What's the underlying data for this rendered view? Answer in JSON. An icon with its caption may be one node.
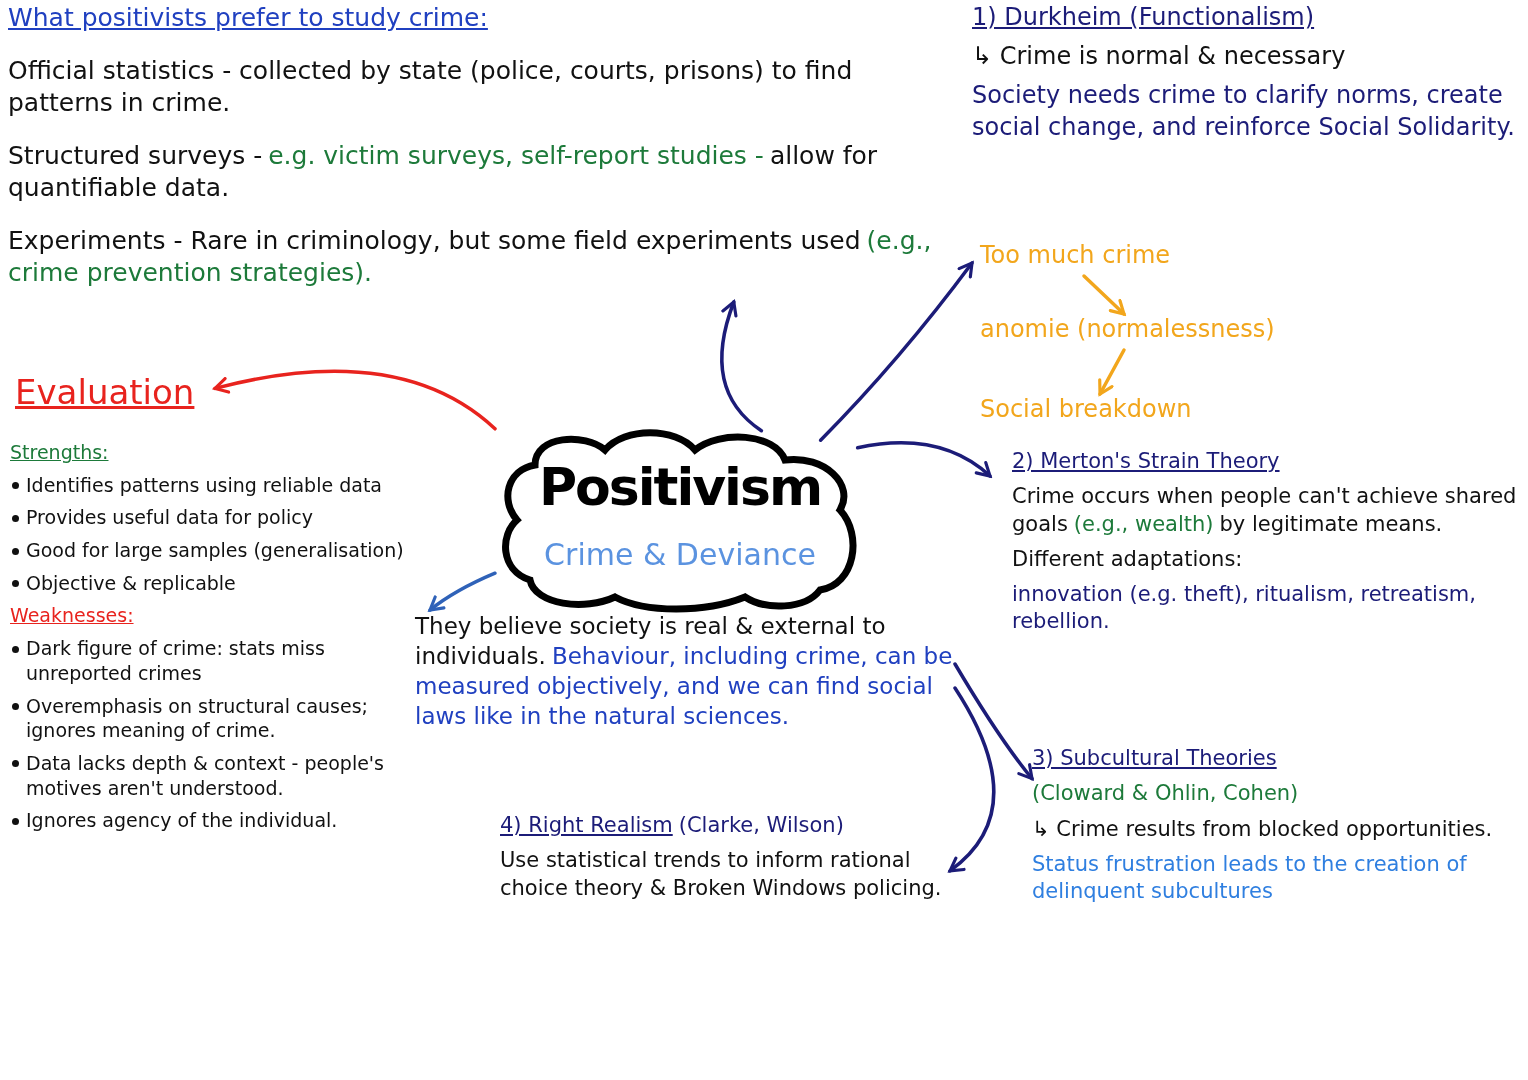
{
  "diagram": {
    "nodes": [
      {
        "text": [
          "Positivism",
          "Crime & Deviance"
        ]
      },
      {
        "text": [
          "What positivists prefer to study crime:",
          "Official statistics - collected by state (police, courts, prisons) to find patterns in crime.",
          "Structured surveys -",
          "e.g. victim surveys, self-report studies -",
          "allow for quantifiable data.",
          "Experiments - Rare in criminology, but some field experiments used",
          "(e.g., crime prevention strategies)."
        ]
      },
      {
        "text": [
          "1) Durkheim (Functionalism)",
          "↳ Crime is normal & necessary",
          "Society needs crime to clarify norms, create social change, and reinforce Social Solidarity."
        ]
      },
      {
        "text": [
          "Too much crime"
        ],
        "in": 2
      },
      {
        "text": [
          "anomie (normalessness)"
        ],
        "in": 2
      },
      {
        "text": [
          "Social breakdown"
        ],
        "in": 2
      },
      {
        "text": [
          "2) Merton's Strain Theory",
          "Crime occurs when people can't achieve shared goals",
          "(e.g., wealth)",
          "by legitimate means.",
          "Different adaptations:",
          "innovation (e.g. theft), ritualism, retreatism, rebellion."
        ]
      },
      {
        "text": [
          "3) Subcultural Theories",
          "(Cloward & Ohlin, Cohen)",
          "↳ Crime results from blocked opportunities.",
          "Status frustration leads to the creation of delinquent subcultures"
        ]
      },
      {
        "text": [
          "Evaluation"
        ]
      },
      {
        "text": [
          "Strengths:",
          "Identifies patterns using reliable data",
          "Provides useful data for policy",
          "Good for large samples (generalisation)",
          "Objective & replicable",
          "Weaknesses:",
          "Dark figure of crime: stats miss unreported crimes",
          "Overemphasis on structural causes; ignores meaning of crime.",
          "Data lacks depth & context - people's motives aren't understood.",
          "Ignores agency of the individual."
        ]
      },
      {
        "text": [
          "They believe society is real & external to individuals.",
          "Behaviour, including crime, can be measured objectively, and we can find social laws like in the natural sciences."
        ]
      },
      {
        "text": [
          "4) Right Realism",
          "(Clarke, Wilson)",
          "Use statistical trends to inform rational choice theory & Broken Windows policing."
        ]
      }
    ],
    "edges": [
      {
        "from": 0,
        "to": 1,
        "arrow": "to"
      },
      {
        "from": 0,
        "to": 2,
        "arrow": "to"
      },
      {
        "from": 0,
        "to": 6,
        "arrow": "to"
      },
      {
        "from": 0,
        "to": 8,
        "arrow": "to",
        "color": "#e8231e"
      },
      {
        "from": 0,
        "to": 9,
        "arrow": "to",
        "color": "#2f62b8"
      },
      {
        "from": 10,
        "to": 7,
        "arrow": "to"
      },
      {
        "from": 10,
        "to": 11,
        "arrow": "to"
      },
      {
        "from": 3,
        "to": 4,
        "arrow": "to",
        "color": "#f2a61c"
      },
      {
        "from": 4,
        "to": 5,
        "arrow": "to",
        "color": "#f2a61c"
      }
    ]
  }
}
